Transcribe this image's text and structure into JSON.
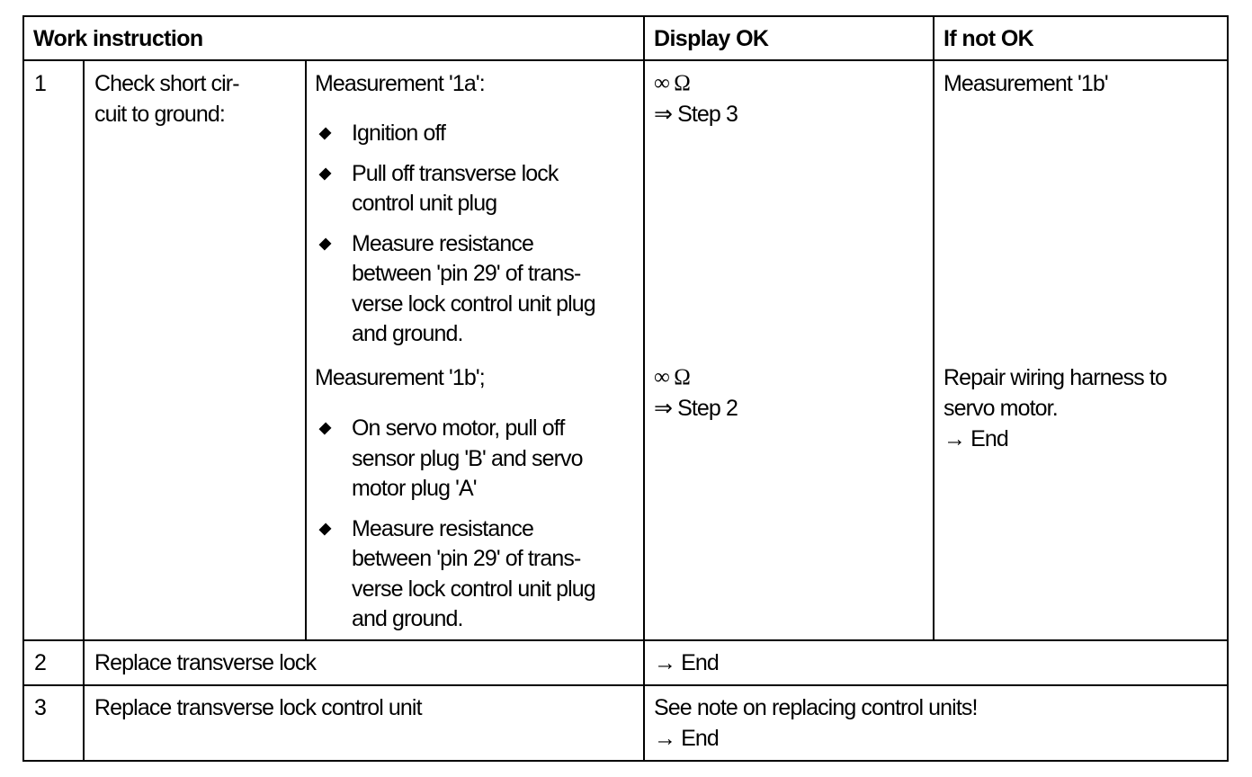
{
  "header": {
    "work_instruction": "Work instruction",
    "display_ok": "Display OK",
    "if_not_ok": "If not OK"
  },
  "rows": [
    {
      "num": "1",
      "title": [
        "Check short cir-",
        "cuit to ground:"
      ],
      "measurement_1a": {
        "label": "Measurement '1a':",
        "bullets": [
          [
            "Ignition off"
          ],
          [
            "Pull off transverse lock",
            "control unit plug"
          ],
          [
            "Measure resistance",
            "between 'pin 29' of trans-",
            "verse lock control unit plug",
            "and ground."
          ]
        ],
        "display_ok": [
          "∞ Ω",
          "⇒ Step 3"
        ],
        "if_not_ok": [
          "Measurement '1b'"
        ]
      },
      "measurement_1b": {
        "label": "Measurement '1b';",
        "bullets": [
          [
            "On servo motor, pull off",
            "sensor plug 'B' and servo",
            "motor plug 'A'"
          ],
          [
            "Measure resistance",
            "between 'pin 29' of trans-",
            "verse lock control unit plug",
            "and ground."
          ]
        ],
        "display_ok": [
          "∞ Ω",
          "⇒ Step 2"
        ],
        "if_not_ok": [
          "Repair wiring harness to",
          "servo motor.",
          "→ End"
        ]
      }
    },
    {
      "num": "2",
      "title": "Replace transverse lock",
      "display_ok": [
        "→ End"
      ]
    },
    {
      "num": "3",
      "title": "Replace transverse lock control unit",
      "display_ok": [
        "See note on replacing control units!",
        "→ End"
      ]
    }
  ],
  "bullet_icon": "diamond-icon"
}
